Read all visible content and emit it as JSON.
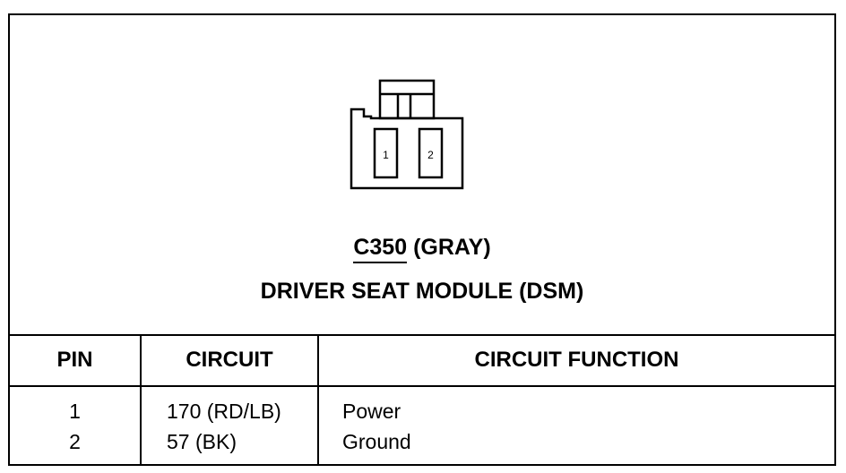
{
  "connector": {
    "code": "C350",
    "color": "(GRAY)",
    "name": "DRIVER SEAT MODULE (DSM)",
    "pin_labels": [
      "1",
      "2"
    ]
  },
  "table": {
    "headers": {
      "pin": "PIN",
      "circuit": "CIRCUIT",
      "function": "CIRCUIT FUNCTION"
    },
    "rows": [
      {
        "pin": "1",
        "circuit": "170 (RD/LB)",
        "function": "Power"
      },
      {
        "pin": "2",
        "circuit": "57 (BK)",
        "function": "Ground"
      }
    ]
  }
}
